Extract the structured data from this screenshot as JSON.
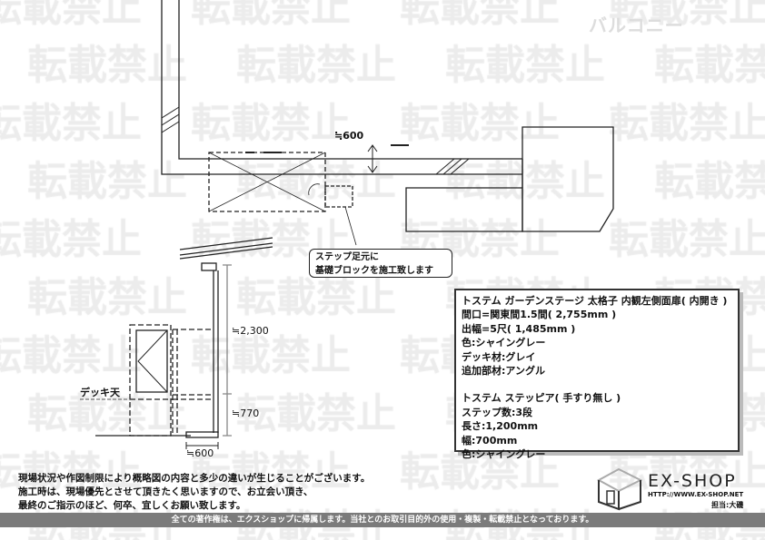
{
  "page_title": "バルコニー",
  "watermark": "転載禁止",
  "plan": {
    "dimension_top": "≒600",
    "callout_lines": [
      "ステップ足元に",
      "基礎ブロックを施工致します"
    ]
  },
  "elevation": {
    "dimension_height": "≒2,300",
    "dimension_step": "≒770",
    "dimension_width": "≒600",
    "deck_label": "デッキ天"
  },
  "info": {
    "product1": [
      "トステム  ガーデンステージ  太格子  内観左側面扉( 内開き )",
      "間口=関東間1.5間( 2,755mm )",
      "出幅=5尺( 1,485mm )",
      "色:シャイングレー",
      "デッキ材:グレイ",
      "追加部材:アングル"
    ],
    "product2": [
      "トステム  ステッピア( 手すり無し )",
      "ステップ数:3段",
      "長さ:1,200mm",
      "幅:700mm",
      "色:シャイングレー"
    ]
  },
  "notes": [
    "現場状況や作図制限により概略図の内容と多少の違いが生じることがございます。",
    "施工時は、現場優先とさせて頂きたく思いますので、お立会い頂き、",
    "最終のご指示のほど、何卒、宜しくお願い致します。"
  ],
  "logo": {
    "name": "EX-SHOP",
    "url": "HTTP://WWW.EX-SHOP.NET",
    "staff": "担当:大磯"
  },
  "footer": "全ての著作権は、エクスショップに帰属します。当社とのお取引目的外の使用・複製・転載禁止となっております。"
}
